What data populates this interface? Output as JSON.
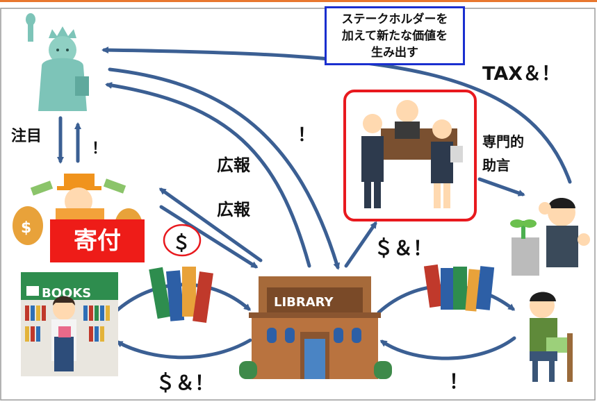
{
  "colors": {
    "accent_bar": "#e8772e",
    "arrow": "#3b5f93",
    "callout_border": "#1a2fcf",
    "highlight_red": "#e8191e",
    "donation_bg": "#ee1c18",
    "frame_gray": "#9a9a9a"
  },
  "callout": {
    "line1": "ステークホルダーを",
    "line2": "加えて新たな価値を",
    "line3": "生み出す"
  },
  "labels": {
    "tax": "TAX＆！",
    "attention": "注目",
    "exclaim_statue": "！",
    "koho_1": "広報",
    "koho_2": "広報",
    "exclaim_center": "！",
    "senmon_1": "専門的",
    "senmon_2": "助言",
    "dollar_circle": "＄",
    "money_exclaim_right": "＄＆！",
    "money_exclaim_bottom": "＄＆！",
    "exclaim_bottom_right": "！",
    "donation": "寄付",
    "books_sign": "BOOKS",
    "library_sign": "LIBRARY"
  },
  "icons": [
    "statue-of-liberty-icon",
    "rich-donor-icon",
    "bookstore-icon",
    "library-building-icon",
    "lawyers-group-icon",
    "businessman-seedling-icon",
    "reader-icon",
    "books-stack-icon"
  ]
}
